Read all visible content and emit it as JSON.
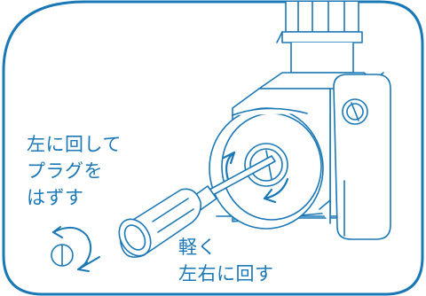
{
  "callouts": {
    "left": {
      "lines": [
        "左に回して",
        "プラグを",
        "はずす"
      ]
    },
    "right": {
      "lines": [
        "軽く",
        "左右に回す"
      ]
    }
  },
  "colors": {
    "frame_border": "#1b78b6",
    "label_text": "#1b78b6",
    "line_art": "#1b78b6",
    "background": "#ffffff"
  },
  "icons": [
    "screwdriver-icon",
    "plug-icon",
    "rotate-left-arrow-icon",
    "rotate-arrow-icon",
    "valve-body-icon"
  ]
}
